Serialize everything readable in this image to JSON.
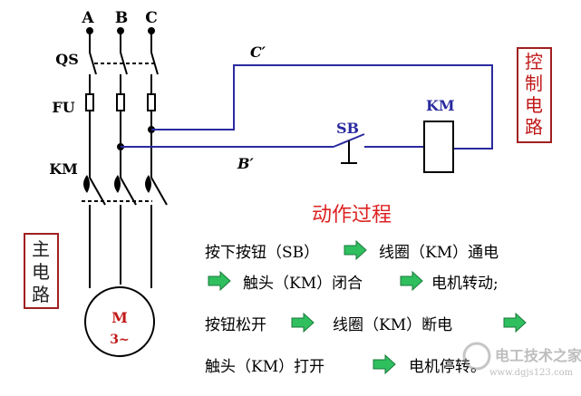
{
  "labels": {
    "phase_a": "A",
    "phase_b": "B",
    "phase_c": "C",
    "qs": "QS",
    "fu": "FU",
    "km_main": "KM",
    "c_prime": "C′",
    "b_prime": "B′",
    "sb": "SB",
    "km_coil": "KM",
    "motor_m": "M",
    "motor_phase": "3~"
  },
  "boxes": {
    "control": [
      "控",
      "制",
      "电",
      "路"
    ],
    "main": [
      "主",
      "电",
      "路"
    ]
  },
  "process": {
    "title": "动作过程",
    "lines": [
      {
        "a": "按下按钮（SB）",
        "b": "线圈（KM）通电",
        "c": ""
      },
      {
        "a": "",
        "b": "触头（KM）闭合",
        "c": "电机转动;"
      },
      {
        "a": "按钮松开",
        "b": "线圈（KM）断电",
        "c": ""
      },
      {
        "a": "触头（KM）打开",
        "b": "电机停转。",
        "c": ""
      }
    ]
  },
  "watermark": {
    "name": "电工技术之家",
    "url": "www.dgjs123.com"
  },
  "colors": {
    "circuit_blue": "#2a2aa0",
    "arrow_green": "#2fbf5f",
    "title_red": "#dd2222",
    "box_border": "#a02020",
    "motor_text": "#c01818"
  }
}
